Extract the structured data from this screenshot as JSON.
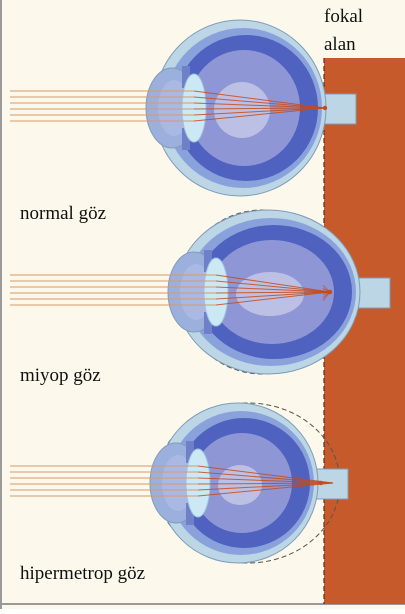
{
  "colors": {
    "background": "#fcf8ec",
    "focal_region": "#c75a2b",
    "sclera": "#bcd6e6",
    "choroid": "#8aa2dc",
    "retina": "#4f62bf",
    "vitreous_inner": "#8f96d6",
    "vitreous_center": "#c7cbe7",
    "lens": "#cce8f5",
    "cornea": "#9bb0dc",
    "ray": "#d89a6a",
    "ray_focus": "#c84a18"
  },
  "labels": {
    "focal_line1": "fokal",
    "focal_line2": "alan",
    "normal": "normal göz",
    "myopia": "miyop göz",
    "hyperopia": "hipermetrop göz"
  }
}
